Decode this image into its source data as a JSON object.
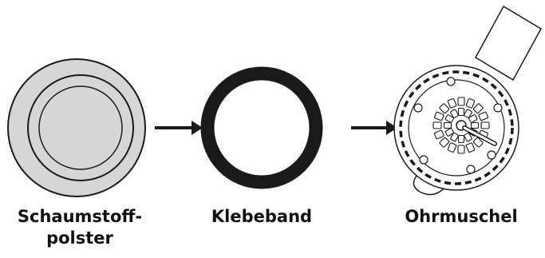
{
  "labels": {
    "foam_line1": "Schaumstoff-",
    "foam_line2": "polster",
    "tape": "Klebeband",
    "earcup": "Ohrmuschel"
  },
  "colors": {
    "foam_fill": "#d6d6d6",
    "outline": "#1a1a1a",
    "tape_ring": "#1a1a1a",
    "background": "#ffffff"
  }
}
